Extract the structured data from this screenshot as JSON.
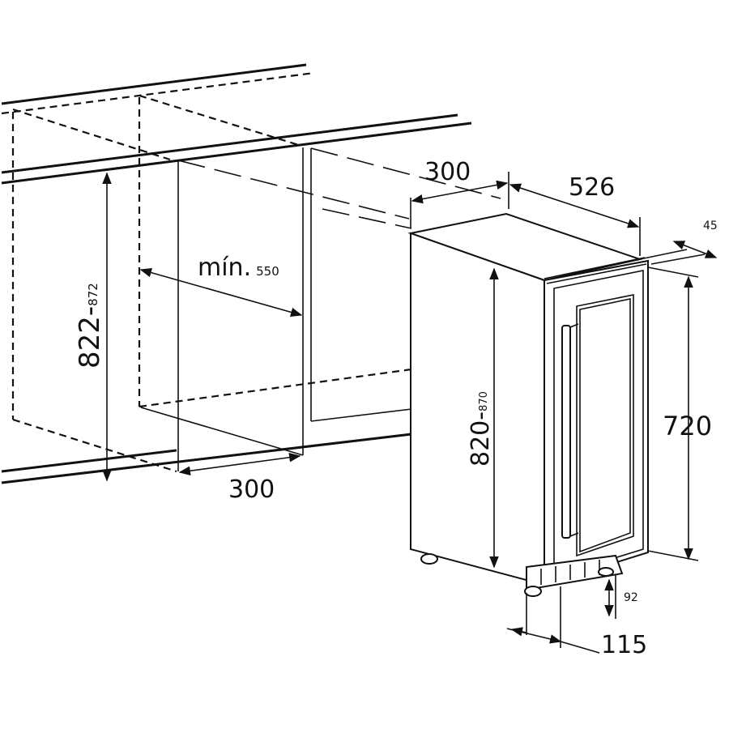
{
  "dimensions": {
    "niche_width": "300",
    "niche_depth_label": "mín.",
    "niche_depth_value": "550",
    "niche_height_main": "822-",
    "niche_height_sub": "872",
    "unit_width": "300",
    "unit_depth": "526",
    "door_offset": "45",
    "unit_height_main": "820-",
    "unit_height_sub": "870",
    "body_height": "720",
    "plinth_height": "92",
    "plinth_depth": "115"
  },
  "colors": {
    "line": "#111111",
    "background": "#ffffff"
  }
}
